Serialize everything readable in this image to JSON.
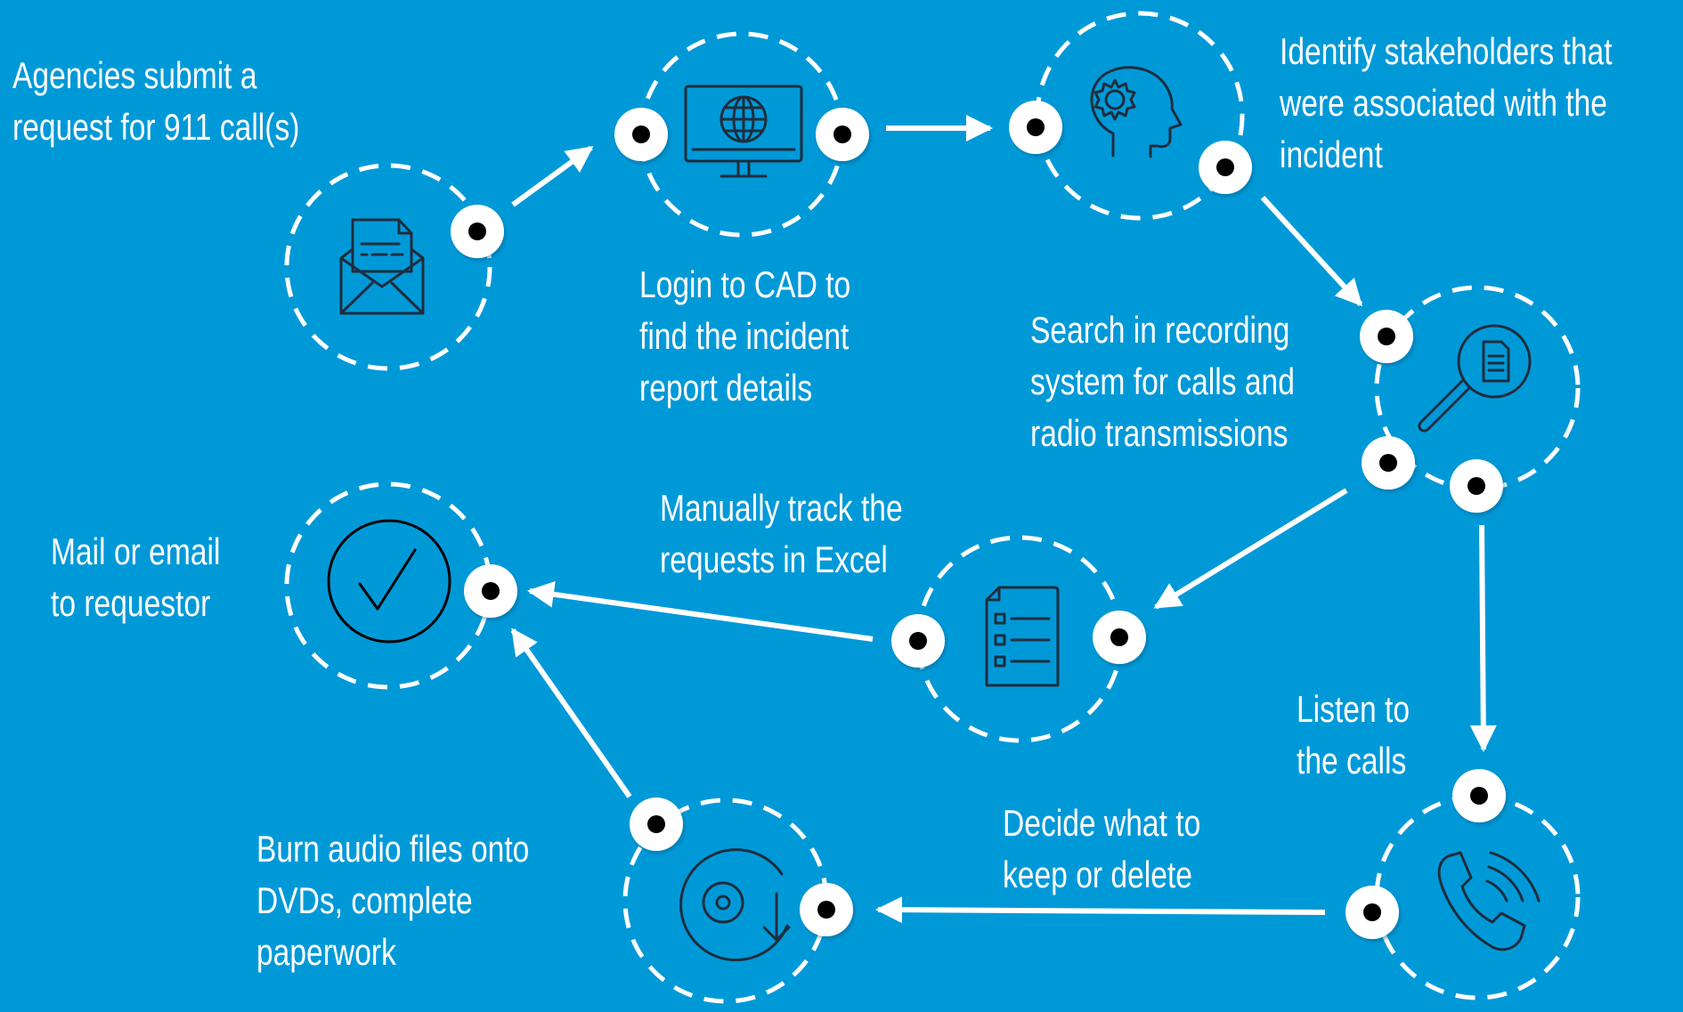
{
  "diagram": {
    "colors": {
      "background": "#0099d8",
      "line": "#ffffff",
      "icon": "#1f2d3d",
      "dot": "#000000"
    },
    "steps": [
      {
        "id": "submit",
        "icon": "envelope-letter-icon",
        "lines": [
          "Agencies submit a",
          "request for 911 call(s)"
        ]
      },
      {
        "id": "cad",
        "icon": "monitor-globe-icon",
        "lines": [
          "Login to CAD to",
          "find the incident",
          "report details"
        ]
      },
      {
        "id": "stakeholders",
        "icon": "head-gear-icon",
        "lines": [
          "Identify stakeholders that",
          "were associated with the",
          "incident"
        ]
      },
      {
        "id": "search",
        "icon": "magnifier-document-icon",
        "lines": [
          "Search in recording",
          "system for calls and",
          "radio transmissions"
        ]
      },
      {
        "id": "track",
        "icon": "checklist-document-icon",
        "lines": [
          "Manually track the",
          "requests in Excel"
        ]
      },
      {
        "id": "listen",
        "icon": "phone-icon",
        "lines": [
          "Listen to",
          "the calls"
        ]
      },
      {
        "id": "decide",
        "icon": "",
        "lines": [
          "Decide what to",
          "keep or delete"
        ]
      },
      {
        "id": "burn",
        "icon": "disc-download-icon",
        "lines": [
          "Burn audio files onto",
          "DVDs, complete",
          "paperwork"
        ]
      },
      {
        "id": "mail",
        "icon": "checkmark-circle-icon",
        "lines": [
          "Mail or email",
          "to requestor"
        ]
      }
    ]
  }
}
